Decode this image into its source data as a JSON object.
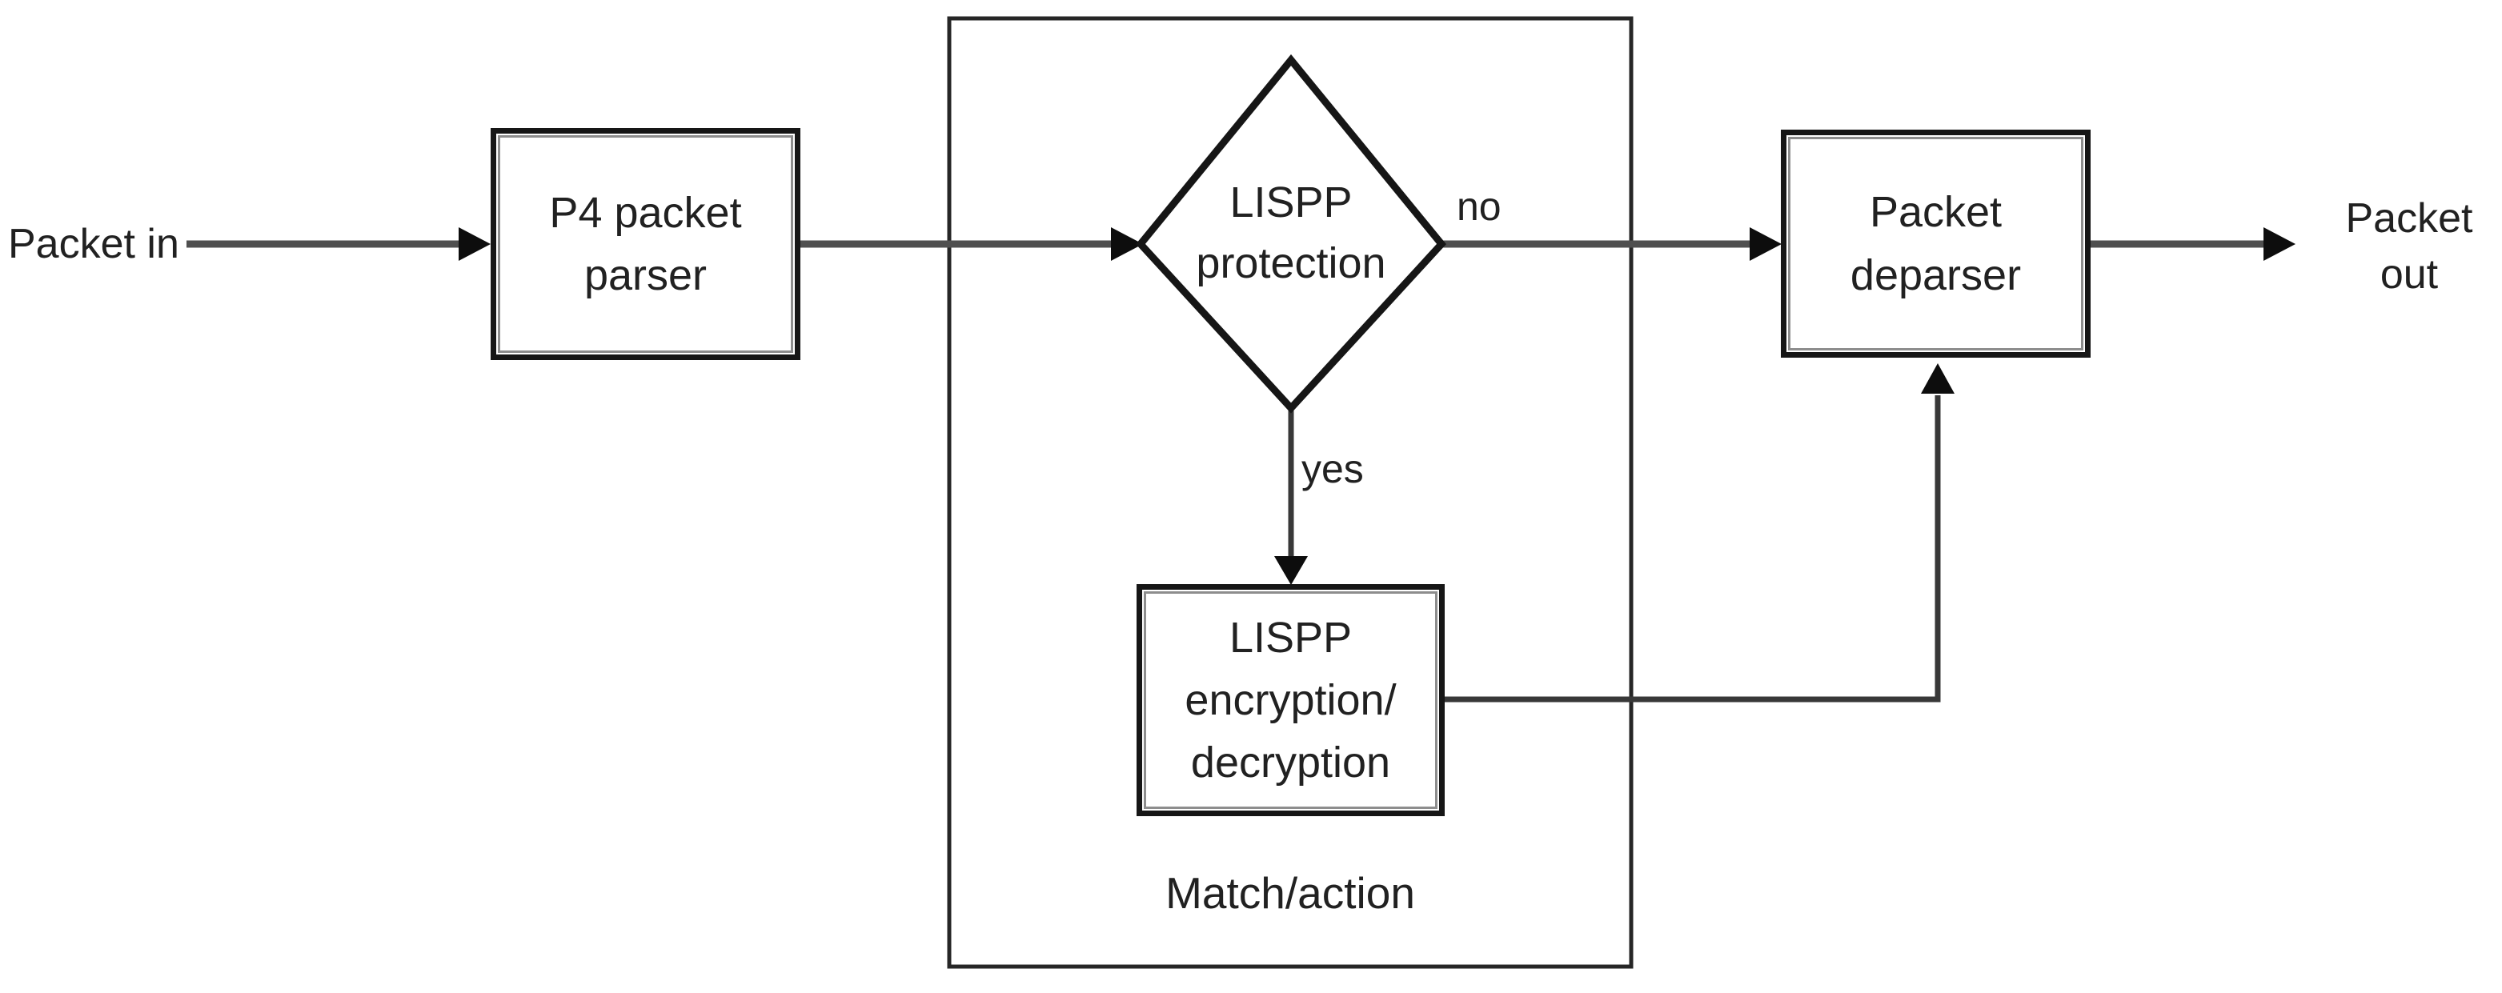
{
  "flowchart": {
    "input_label": "Packet in",
    "output_label": "Packet\nout",
    "container": {
      "label": "Match/action"
    },
    "nodes": {
      "parser": {
        "label": "P4 packet\nparser",
        "shape": "process"
      },
      "decision": {
        "label": "LISPP\nprotection",
        "shape": "decision"
      },
      "crypto": {
        "label": "LISPP\nencryption/\ndecryption",
        "shape": "process"
      },
      "deparser": {
        "label": "Packet\ndeparser",
        "shape": "process"
      }
    },
    "edge_labels": {
      "no": "no",
      "yes": "yes"
    }
  },
  "colors": {
    "text": "#212121",
    "shape_border": "#161616",
    "container_border": "#262626",
    "line": "#4f4f4f",
    "line2": "#383838",
    "arrowhead": "#0d0d0d",
    "node_fill": "#ffffff",
    "bg": "#ffffff"
  }
}
